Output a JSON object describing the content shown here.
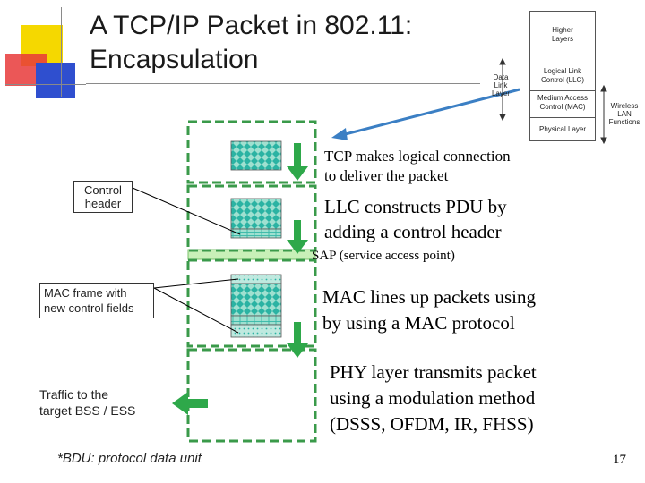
{
  "title": "A TCP/IP Packet in 802.11: Encapsulation",
  "title_line1": "A TCP/IP Packet in 802.11:",
  "title_line2": "Encapsulation",
  "notes": {
    "tcp_line1": "TCP makes logical connection",
    "tcp_line2": "to deliver the packet",
    "llc_line1": "LLC constructs PDU by",
    "llc_line2": "adding a control header",
    "sap": "SAP (service access point)",
    "mac_line1": "MAC lines up packets using",
    "mac_line2": "by using a MAC protocol",
    "phy_line1": "PHY layer transmits packet",
    "phy_line2": "using a modulation method",
    "phy_line3": "(DSSS, OFDM, IR, FHSS)"
  },
  "callouts": {
    "control_header_line1": "Control",
    "control_header_line2": "header",
    "mac_frame_line1": "MAC frame with",
    "mac_frame_line2": "new control fields",
    "traffic_line1": "Traffic to the",
    "traffic_line2": "target BSS / ESS"
  },
  "footnote": "*BDU: protocol data unit",
  "page_number": "17",
  "stack": {
    "higher_line1": "Higher",
    "higher_line2": "Layers",
    "llc_line1": "Logical Link",
    "llc_line2": "Control (LLC)",
    "mac_line1": "Medium Access",
    "mac_line2": "Control (MAC)",
    "phy": "Physical Layer",
    "data_link_line1": "Data",
    "data_link_line2": "Link",
    "data_link_line3": "Layer",
    "wireless_line1": "Wireless",
    "wireless_line2": "LAN",
    "wireless_line3": "Functions"
  },
  "colors": {
    "dash_green": "#3a9a4a",
    "arrow_green": "#2ea84a",
    "packet_teal": "#2bb3a3",
    "packet_mint": "#9fe0d0",
    "header_mint": "#8fd8c8",
    "sap_band": "#c8f0b8",
    "logo_yellow": "#f5d800",
    "logo_red": "#e8393a",
    "logo_blue": "#2f4fcf"
  }
}
